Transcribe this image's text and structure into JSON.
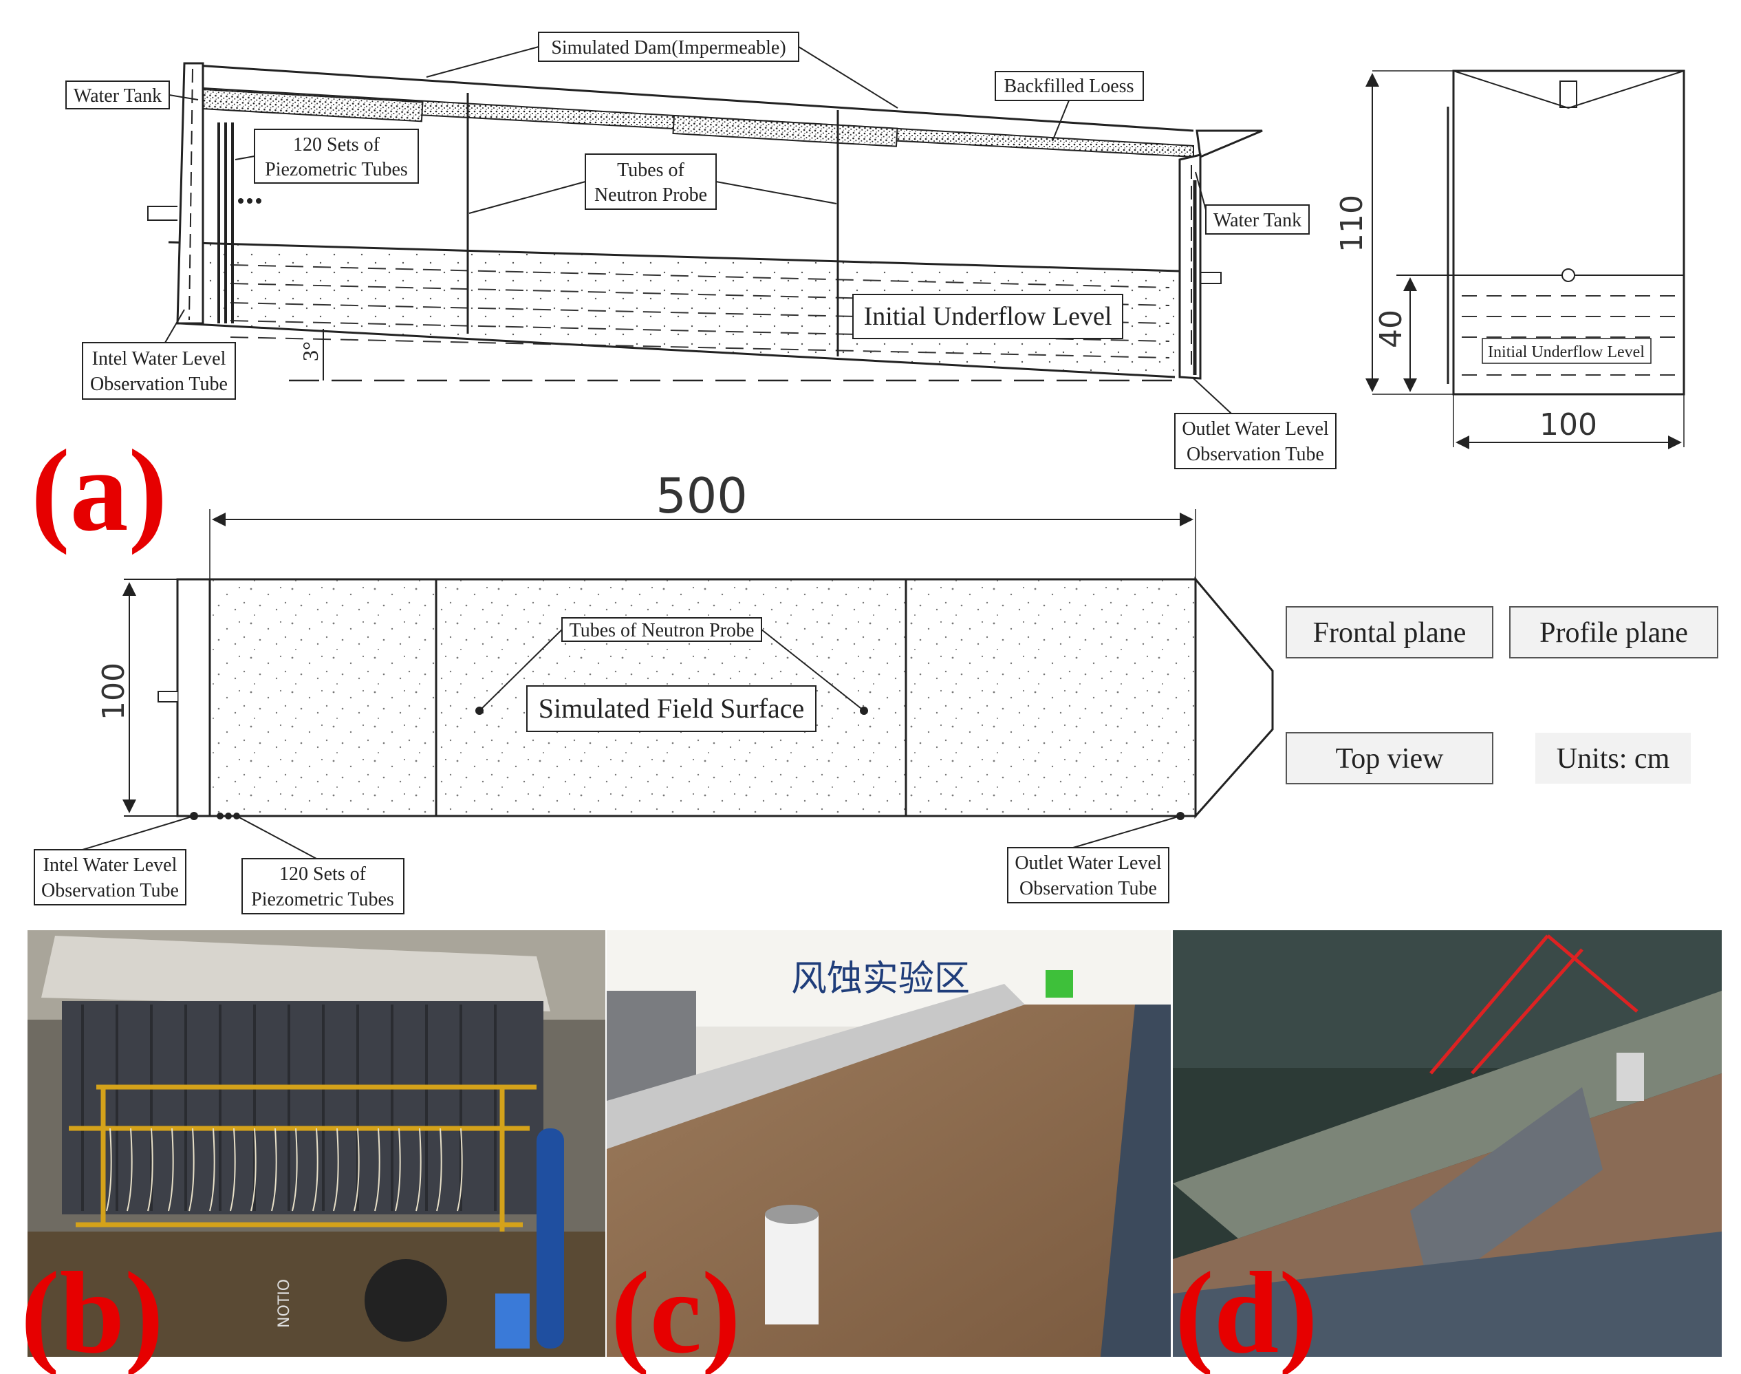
{
  "panel_letters": {
    "a": "(a)",
    "b": "(b)",
    "c": "(c)",
    "d": "(d)"
  },
  "frontal_plane": {
    "simulated_dam": "Simulated Dam(Impermeable)",
    "water_tank_left": "Water Tank",
    "backfilled_loess": "Backfilled Loess",
    "piezometric_tubes": [
      "120 Sets of",
      "Piezometric Tubes"
    ],
    "neutron_probe_tubes": [
      "Tubes of",
      "Neutron Probe"
    ],
    "water_tank_right": "Water Tank",
    "initial_underflow_level": "Initial Underflow Level",
    "inlet_tube": [
      "Intel Water Level",
      "Observation Tube"
    ],
    "outlet_tube": [
      "Outlet Water Level",
      "Observation Tube"
    ],
    "slope_angle": "3°"
  },
  "profile_plane": {
    "height": "110",
    "water_depth": "40",
    "width": "100",
    "initial_underflow_level": "Initial Underflow Level"
  },
  "top_view": {
    "length": "500",
    "width": "100",
    "neutron_probe_tubes": "Tubes of Neutron Probe",
    "simulated_field_surface": "Simulated Field Surface",
    "inlet_tube": [
      "Intel Water Level",
      "Observation Tube"
    ],
    "piezometric_tubes": [
      "120 Sets of",
      "Piezometric Tubes"
    ],
    "outlet_tube": [
      "Outlet Water Level",
      "Observation Tube"
    ]
  },
  "legend": {
    "frontal_plane": "Frontal plane",
    "profile_plane": "Profile plane",
    "top_view": "Top view",
    "units": "Units: cm"
  },
  "photos": {
    "b_overlay_text": "NOTIO",
    "c_overlay_text": "风蚀实验区"
  },
  "colors": {
    "panel_letter": "#e60000",
    "soil": "#8b6a4c",
    "flume_frame": "#3c4a5c"
  }
}
